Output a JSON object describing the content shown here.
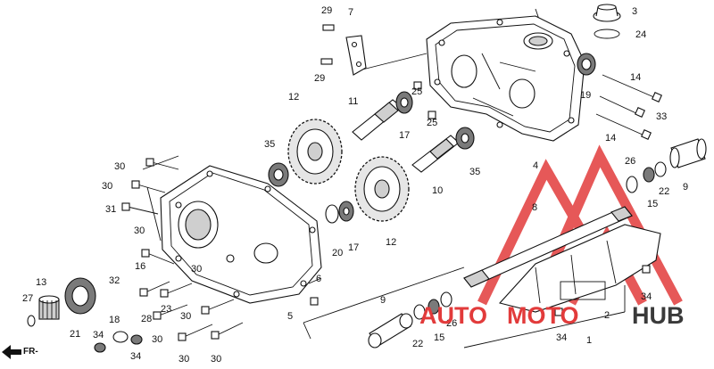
{
  "direction_label": "FR-",
  "watermark": {
    "text_a": "AUTO",
    "text_b": "MOTO",
    "text_c": "HUB",
    "color_red": "#e23b3b",
    "color_dark": "#3a3a3a"
  },
  "callouts": [
    {
      "label": "29"
    },
    {
      "label": "7"
    },
    {
      "label": "29"
    },
    {
      "label": "3"
    },
    {
      "label": "24"
    },
    {
      "label": "12"
    },
    {
      "label": "11"
    },
    {
      "label": "25"
    },
    {
      "label": "25"
    },
    {
      "label": "19"
    },
    {
      "label": "14"
    },
    {
      "label": "33"
    },
    {
      "label": "14"
    },
    {
      "label": "35"
    },
    {
      "label": "17"
    },
    {
      "label": "10"
    },
    {
      "label": "35"
    },
    {
      "label": "4"
    },
    {
      "label": "30"
    },
    {
      "label": "30"
    },
    {
      "label": "31"
    },
    {
      "label": "30"
    },
    {
      "label": "20"
    },
    {
      "label": "17"
    },
    {
      "label": "12"
    },
    {
      "label": "26"
    },
    {
      "label": "22"
    },
    {
      "label": "15"
    },
    {
      "label": "9"
    },
    {
      "label": "8"
    },
    {
      "label": "16"
    },
    {
      "label": "30"
    },
    {
      "label": "32"
    },
    {
      "label": "23"
    },
    {
      "label": "28"
    },
    {
      "label": "30"
    },
    {
      "label": "6"
    },
    {
      "label": "5"
    },
    {
      "label": "13"
    },
    {
      "label": "27"
    },
    {
      "label": "21"
    },
    {
      "label": "18"
    },
    {
      "label": "34"
    },
    {
      "label": "34"
    },
    {
      "label": "30"
    },
    {
      "label": "30"
    },
    {
      "label": "30"
    },
    {
      "label": "9"
    },
    {
      "label": "22"
    },
    {
      "label": "15"
    },
    {
      "label": "26"
    },
    {
      "label": "34"
    },
    {
      "label": "2"
    },
    {
      "label": "34"
    },
    {
      "label": "1"
    }
  ]
}
